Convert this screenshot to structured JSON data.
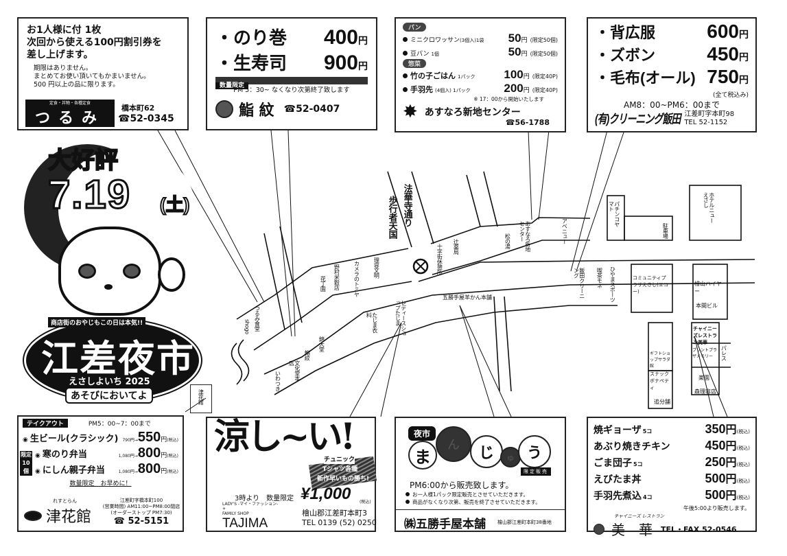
{
  "event": {
    "badge": "大好評",
    "date": "7.19",
    "weekday": "(土)",
    "tagline": "商店街のおやじもこの日は本気!!",
    "title": "江差夜市",
    "reading": "えさしよいち 2025",
    "slogan": "あそびにおいてよ"
  },
  "ad_tsurumi": {
    "head1": "お1人様に付 1枚",
    "head2": "次回から使える100円割引券を",
    "head3": "差し上げます。",
    "note1": "期限はありません。",
    "note2": "まとめてお使い頂いてもかまいません。",
    "note3": "500 円以上の品に限ります。",
    "logo_sub": "定食・丼物・各種定食",
    "logo": "つるみ",
    "address": "橋本町62",
    "tel": "☎52-0345"
  },
  "ad_sushi": {
    "items": [
      {
        "name": "・のり巻",
        "price": "400",
        "unit": "円"
      },
      {
        "name": "・生寿司",
        "price": "900",
        "unit": "円"
      }
    ],
    "limit_label": "数量限定",
    "note": "PM 5：30~ なくなり次第終了致します",
    "logo": "鮨 紋",
    "tel": "☎52-0407"
  },
  "ad_asunaro": {
    "section1": "パン",
    "items1": [
      {
        "name": "ミニクロワッサン",
        "qty": "(3個入)1袋",
        "price": "50",
        "unit": "円",
        "limit": "(限定50個)"
      },
      {
        "name": "豆パン",
        "qty": "1個",
        "price": "50",
        "unit": "円",
        "limit": "(限定50個)"
      }
    ],
    "section2": "惣菜",
    "items2": [
      {
        "name": "竹の子ごはん",
        "qty": "1パック",
        "price": "100",
        "unit": "円",
        "limit": "(限定40P)"
      },
      {
        "name": "手羽先",
        "qty": "(4個入) 1パック",
        "price": "200",
        "unit": "円",
        "limit": "(限定40P)"
      }
    ],
    "note": "※ 17：00から開始いたします",
    "name": "あすなろ新地センター",
    "tel": "☎56-1788"
  },
  "ad_cleaning": {
    "items": [
      {
        "name": "・背広服",
        "price": "600",
        "unit": "円"
      },
      {
        "name": "・ズボン",
        "price": "450",
        "unit": "円"
      },
      {
        "name": "・毛布(オール)",
        "price": "750",
        "unit": "円"
      }
    ],
    "tax_note": "(全て税込み)",
    "hours": "AM8：00~PM6：00まで",
    "name": "(有)クリーニング飯田",
    "address": "江差町字本町98",
    "tel": "TEL 52-1152"
  },
  "ad_tsubana": {
    "takeout": "テイクアウト",
    "hours": "PM5：00~7：00まで",
    "limited_badge": "限定10個",
    "items": [
      {
        "name": "生ビール(クラシック)",
        "old": "790円→",
        "price": "550",
        "unit": "円",
        "tax": "(税込)"
      },
      {
        "name": "寒のり弁当",
        "old": "1,080円→",
        "price": "800",
        "unit": "円",
        "tax": "(税込)"
      },
      {
        "name": "にしん親子弁当",
        "old": "1,080円→",
        "price": "800",
        "unit": "円",
        "tax": "(税込)"
      }
    ],
    "note": "数量限定　お早めに！",
    "sub": "れすとらん",
    "logo": "津花館",
    "address": "江差町字橋本町100",
    "business": "(営業時間) AM11:00~PM8:00閉店",
    "order_stop": "(オーダーストップ PM7:30)",
    "tel": "☎ 52-5151"
  },
  "ad_tajima": {
    "headline": "涼し~い!",
    "sub1": "チュニック",
    "sub2": "Tシャツ各種",
    "sub3": "新作早いもの勝ち!",
    "time": "3時より　数量限定",
    "price": "¥1,000",
    "tax": "(税込)",
    "brand1": "LADY'S -マイ・ファッション-",
    "brand2": "+",
    "brand3": "FAMILY SHOP",
    "name": "TAJIMA",
    "address": "檜山郡江差町本町3",
    "tel": "TEL 0139 (52) 0250"
  },
  "ad_gokatteya": {
    "tag": "夜市",
    "chars": [
      "ま",
      "ん",
      "じ",
      "ゅ",
      "う"
    ],
    "limited": "限定販売",
    "start": "PM6:00から販売致します。",
    "note1": "お一人様1パック限定販売とさせていただきます。",
    "note2": "商品がなくなり次第、販売を終了させていただきます。",
    "name": "㈱五勝手屋本舗",
    "address": "檜山郡江差町本町38番地"
  },
  "ad_bika": {
    "items": [
      {
        "name": "焼ギョーザ",
        "qty": "5コ",
        "price": "350",
        "unit": "円",
        "tax": "(税込)"
      },
      {
        "name": "あぶり焼きチキン",
        "qty": "",
        "price": "450",
        "unit": "円",
        "tax": "(税込)"
      },
      {
        "name": "ごま団子",
        "qty": "5コ",
        "price": "250",
        "unit": "円",
        "tax": "(税込)"
      },
      {
        "name": "えびたま丼",
        "qty": "",
        "price": "500",
        "unit": "円",
        "tax": "(税込)"
      },
      {
        "name": "手羽先煮込",
        "qty": "4コ",
        "price": "500",
        "unit": "円",
        "tax": "(税込)"
      }
    ],
    "note": "午後5:00より販売します。",
    "sub": "チャイニーズ レストラン",
    "name": "美　華",
    "tel": "TEL・FAX 52-0546"
  },
  "map": {
    "street": "法華寺通り",
    "pedestrian": "歩行者天国",
    "shops": [
      "つるみ食堂",
      "shogo",
      "花丁園",
      "野村米穀店",
      "カメラのトミヤ",
      "理容文明",
      "十字街休憩所",
      "辻薬局",
      "松の湯",
      "あすなろ新地センター",
      "アベニュー",
      "パチンコヤマト",
      "駐車場",
      "ホテルニューえさし",
      "五勝手屋羊かん本舗",
      "飯田クリーニング",
      "喫茶モネ",
      "ひやまスポーツ",
      "コミュニティプラザえさし(エコー)",
      "檜山ハイヤー",
      "本間ビル",
      "チャイニーズレストラン美華",
      "プリントプラザメモリー",
      "パレス",
      "ギフトショップサラダ館",
      "スナックボナペティ",
      "追分舗",
      "楽園",
      "森理容店",
      "たじま衣料",
      "レディースショップたじま",
      "錦大堂",
      "鮨紋",
      "文化堂本店",
      "いわつき",
      "津花館"
    ]
  }
}
